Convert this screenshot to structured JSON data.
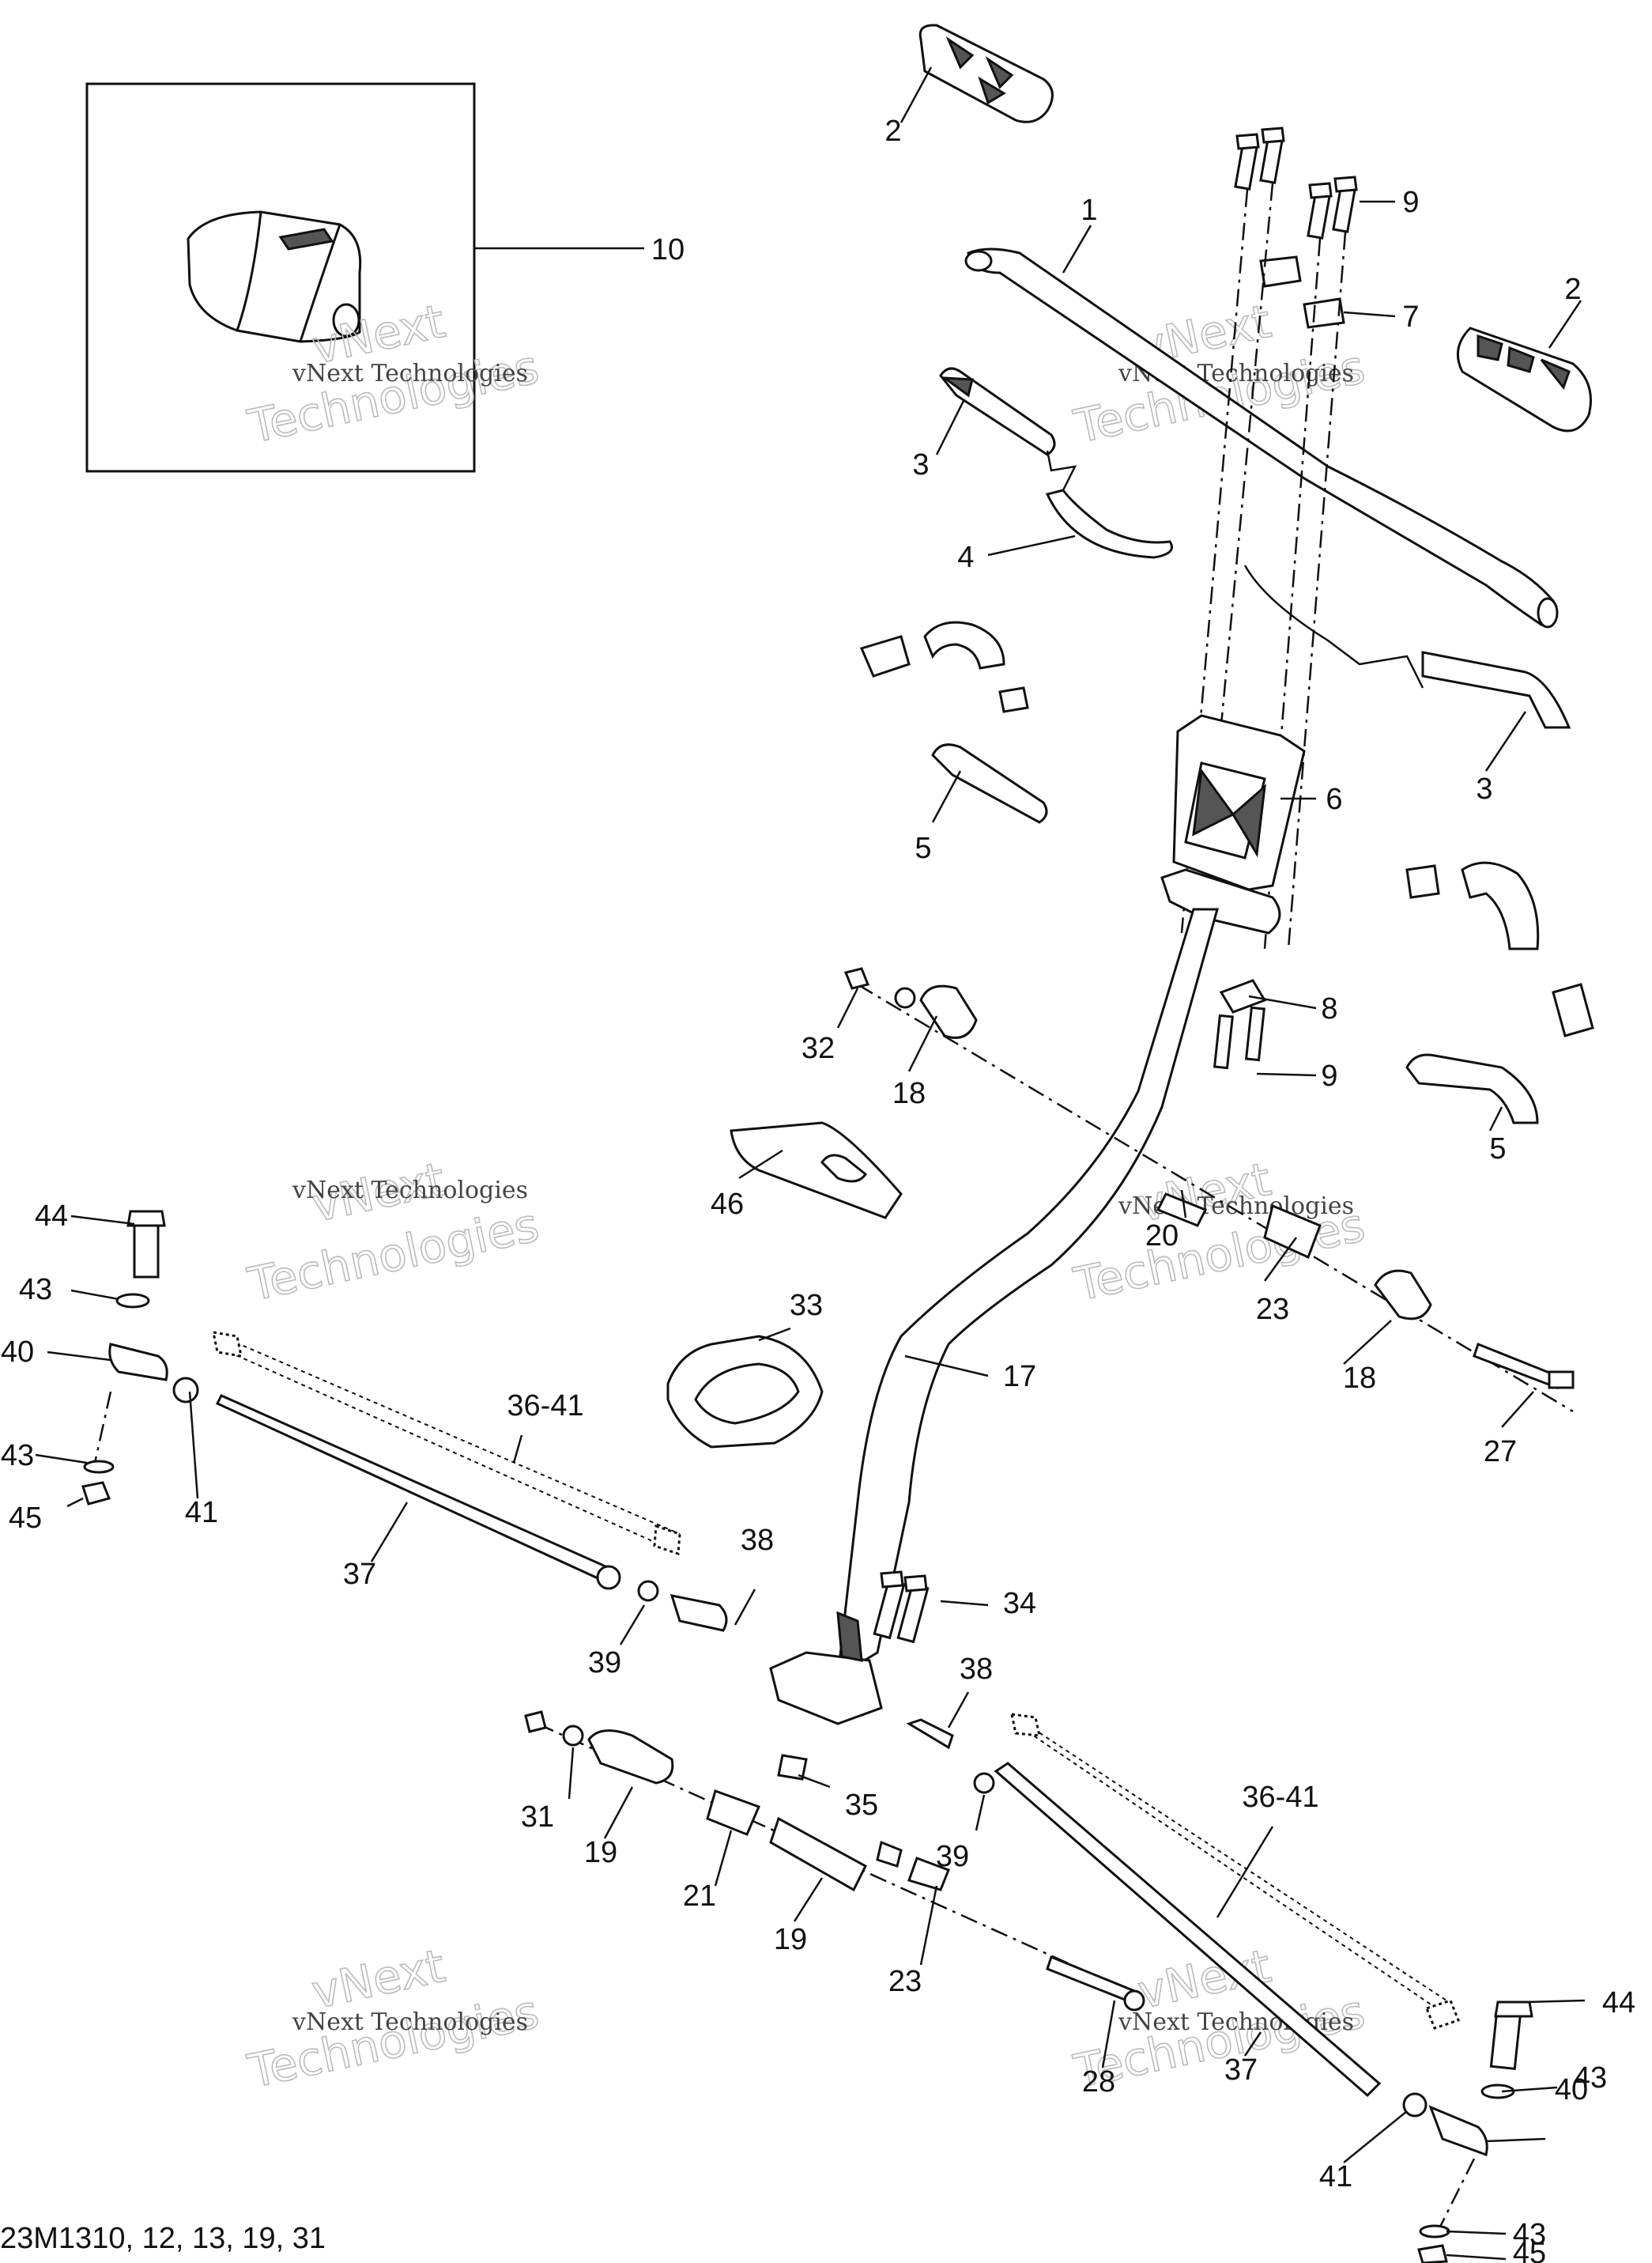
{
  "reference": "23M1310, 12, 13, 19, 31",
  "watermark": {
    "small": "vNext Technologies",
    "large_top": "vNext",
    "large_bottom": "Technologies"
  },
  "callouts": [
    {
      "id": "c1",
      "label": "1"
    },
    {
      "id": "c2a",
      "label": "2"
    },
    {
      "id": "c2b",
      "label": "2"
    },
    {
      "id": "c3a",
      "label": "3"
    },
    {
      "id": "c3b",
      "label": "3"
    },
    {
      "id": "c4",
      "label": "4"
    },
    {
      "id": "c5a",
      "label": "5"
    },
    {
      "id": "c5b",
      "label": "5"
    },
    {
      "id": "c6",
      "label": "6"
    },
    {
      "id": "c7",
      "label": "7"
    },
    {
      "id": "c8",
      "label": "8"
    },
    {
      "id": "c9a",
      "label": "9"
    },
    {
      "id": "c9b",
      "label": "9"
    },
    {
      "id": "c10",
      "label": "10"
    },
    {
      "id": "c17",
      "label": "17"
    },
    {
      "id": "c18a",
      "label": "18"
    },
    {
      "id": "c18b",
      "label": "18"
    },
    {
      "id": "c19a",
      "label": "19"
    },
    {
      "id": "c19b",
      "label": "19"
    },
    {
      "id": "c20",
      "label": "20"
    },
    {
      "id": "c21",
      "label": "21"
    },
    {
      "id": "c23a",
      "label": "23"
    },
    {
      "id": "c23b",
      "label": "23"
    },
    {
      "id": "c27",
      "label": "27"
    },
    {
      "id": "c28",
      "label": "28"
    },
    {
      "id": "c31",
      "label": "31"
    },
    {
      "id": "c32",
      "label": "32"
    },
    {
      "id": "c33",
      "label": "33"
    },
    {
      "id": "c34",
      "label": "34"
    },
    {
      "id": "c35",
      "label": "35"
    },
    {
      "id": "c3641a",
      "label": "36-41"
    },
    {
      "id": "c3641b",
      "label": "36-41"
    },
    {
      "id": "c37a",
      "label": "37"
    },
    {
      "id": "c37b",
      "label": "37"
    },
    {
      "id": "c38a",
      "label": "38"
    },
    {
      "id": "c38b",
      "label": "38"
    },
    {
      "id": "c39a",
      "label": "39"
    },
    {
      "id": "c39b",
      "label": "39"
    },
    {
      "id": "c40a",
      "label": "40"
    },
    {
      "id": "c40b",
      "label": "40"
    },
    {
      "id": "c41a",
      "label": "41"
    },
    {
      "id": "c41b",
      "label": "41"
    },
    {
      "id": "c43a",
      "label": "43"
    },
    {
      "id": "c43b",
      "label": "43"
    },
    {
      "id": "c43c",
      "label": "43"
    },
    {
      "id": "c43d",
      "label": "43"
    },
    {
      "id": "c44a",
      "label": "44"
    },
    {
      "id": "c44b",
      "label": "44"
    },
    {
      "id": "c45a",
      "label": "45"
    },
    {
      "id": "c45b",
      "label": "45"
    },
    {
      "id": "c46",
      "label": "46"
    }
  ]
}
